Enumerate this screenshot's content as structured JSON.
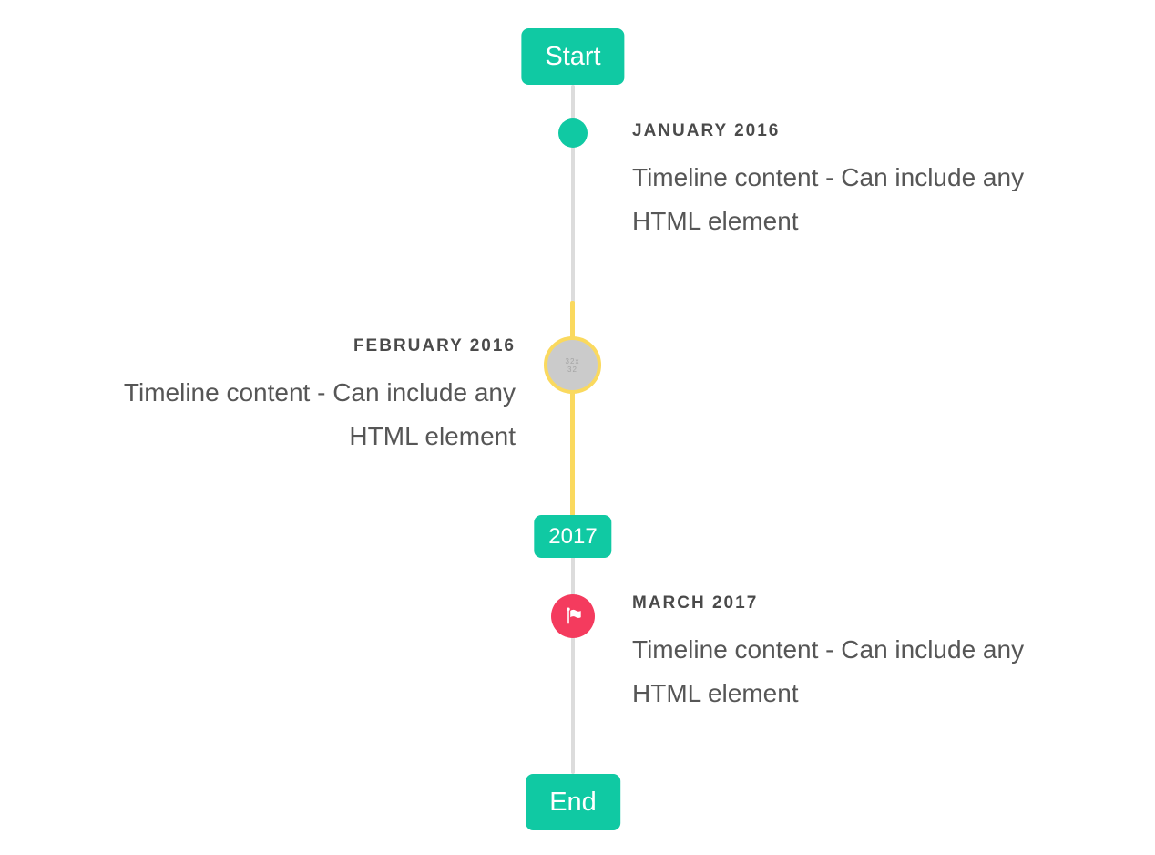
{
  "colors": {
    "accent_teal": "#10c9a3",
    "highlight_yellow": "#fad95e",
    "flag_red": "#f43b5e",
    "line_gray": "#dcdcdc",
    "marker_gray": "#cbcbcb",
    "title_text": "#4a4a4a",
    "body_text": "#565656"
  },
  "timeline": {
    "start_badge": "Start",
    "year_badge": "2017",
    "end_badge": "End",
    "entries": [
      {
        "title": "JANUARY 2016",
        "content": "Timeline content - Can include any HTML element",
        "side": "right",
        "marker": "teal-dot"
      },
      {
        "title": "FEBRUARY 2016",
        "content": "Timeline content - Can include any HTML element",
        "side": "left",
        "marker": "image-placeholder",
        "marker_placeholder_text": "32x32"
      },
      {
        "title": "MARCH 2017",
        "content": "Timeline content - Can include any HTML element",
        "side": "right",
        "marker": "flag-icon"
      }
    ]
  }
}
